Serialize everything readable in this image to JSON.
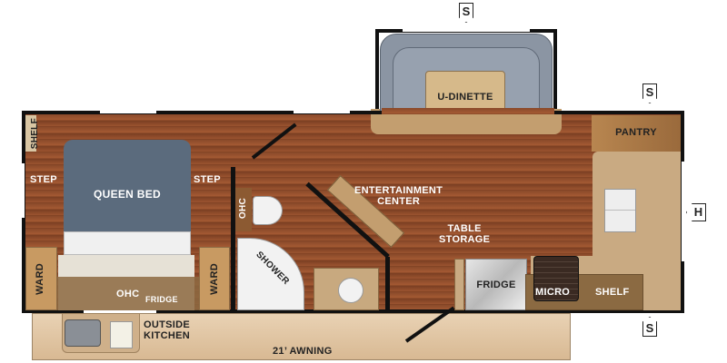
{
  "labels": {
    "shelf_left": "SHELF",
    "step_left": "STEP",
    "step_right": "STEP",
    "queen_bed": "QUEEN BED",
    "ward_left": "WARD",
    "ward_right": "WARD",
    "ohc_bed": "OHC",
    "fridge_bed": "FRIDGE",
    "ohc_bath": "OHC",
    "shower": "SHOWER",
    "entertainment_center": "ENTERTAINMENT\nCENTER",
    "u_dinette": "U-DINETTE",
    "pantry": "PANTRY",
    "table_storage": "TABLE\nSTORAGE",
    "fridge": "FRIDGE",
    "micro": "MICRO",
    "shelf_kitchen": "SHELF",
    "outside_kitchen": "OUTSIDE\nKITCHEN",
    "awning": "21’ AWNING"
  },
  "markers": {
    "slide_top": "S",
    "slide_right": "S",
    "slide_bottom": "S",
    "hitch": "H"
  },
  "colors": {
    "wall": "#111111",
    "floor": "#8a4a2a",
    "counter": "#c9aa82",
    "sofa": "#7d8796",
    "bed": "#5b6b7d"
  }
}
